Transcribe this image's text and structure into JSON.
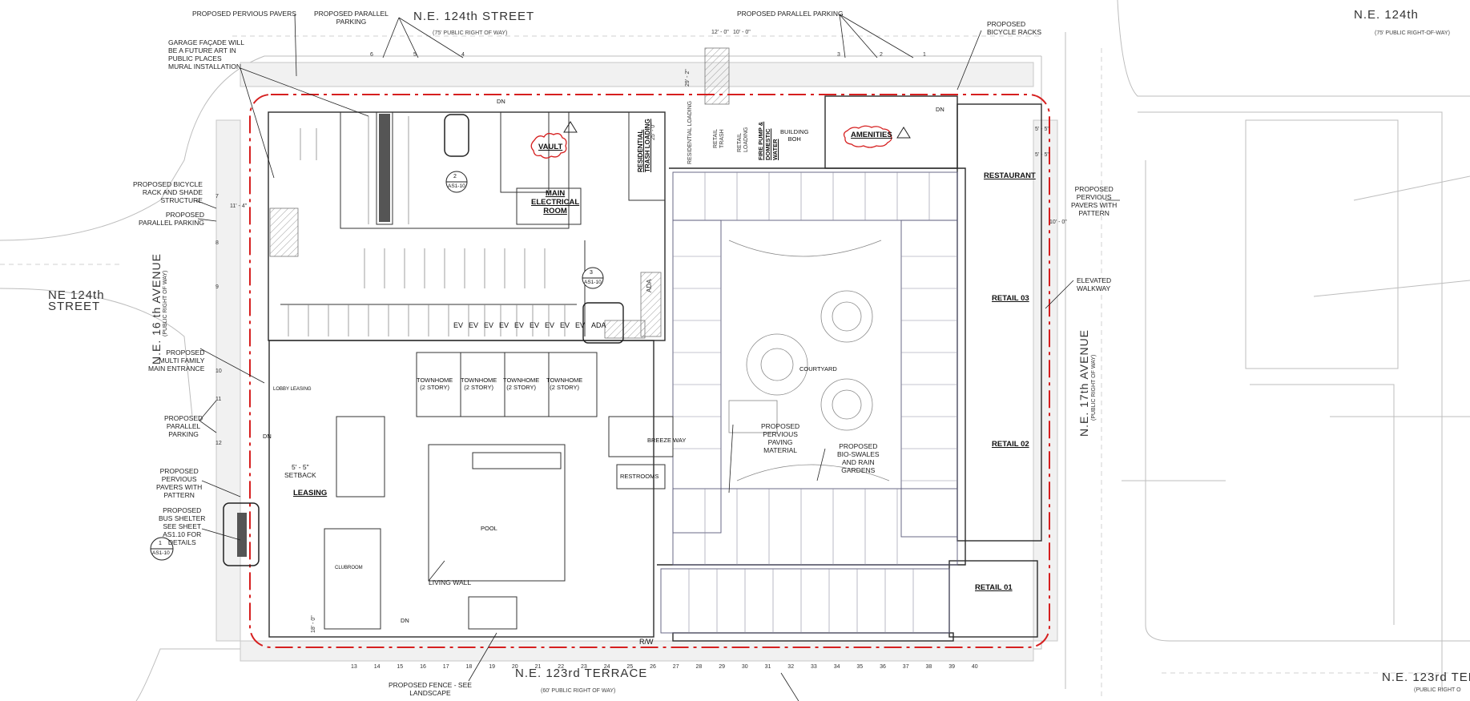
{
  "streets": {
    "north": "N.E. 124th  STREET",
    "north_row": "(75' PUBLIC RIGHT OF WAY)",
    "north_east": "N.E. 124th",
    "north_east_row": "(75' PUBLIC RIGHT-OF-WAY)",
    "west_ne124": "NE 124th\nSTREET",
    "west_avenue": "N.E. 16 th AVENUE",
    "west_row": "(PUBLIC RIGHT OF WAY)",
    "east_avenue": "N.E. 17th AVENUE",
    "east_row": "(PUBLIC RIGHT OF WAY)",
    "south": "N.E. 123rd  TERRACE",
    "south_row": "(60' PUBLIC RIGHT OF WAY)",
    "south_east": "N.E. 123rd  TER",
    "south_east_row": "(PUBLIC RIGHT O"
  },
  "callouts": {
    "pervious_pavers_top": "PROPOSED PERVIOUS PAVERS",
    "parallel_parking_top": "PROPOSED PARALLEL\nPARKING",
    "garage_facade": "GARAGE FAÇADE WILL\nBE A FUTURE ART IN\nPUBLIC PLACES\nMURAL INSTALLATION",
    "parallel_parking_top_right": "PROPOSED PARALLEL PARKING",
    "bicycle_racks": "PROPOSED\nBICYCLE RACKS",
    "bicycle_rack_shade": "PROPOSED BICYCLE\nRACK AND SHADE\nSTRUCTURE",
    "parallel_parking_west": "PROPOSED\nPARALLEL PARKING",
    "pervious_pavers_east": "PROPOSED\nPERVIOUS\nPAVERS WITH\nPATTERN",
    "elevated_walkway": "ELEVATED\nWALKWAY",
    "multifamily_entrance": "PROPOSED\nMULTI FAMILY\nMAIN ENTRANCE",
    "parallel_parking_west2": "PROPOSED\nPARALLEL\nPARKING",
    "pervious_pavers_west": "PROPOSED\nPERVIOUS\nPAVERS WITH\nPATTERN",
    "bus_shelter": "PROPOSED\nBUS SHELTER\nSEE SHEET\nAS1.10 FOR\nDETAILS",
    "pervious_paving": "PROPOSED\nPERVIOUS\nPAVING\nMATERIAL",
    "bioswales": "PROPOSED\nBIO-SWALES\nAND RAIN\nGARDENS",
    "living_wall": "LIVING WALL",
    "fence": "PROPOSED FENCE - SEE\nLANDSCAPE",
    "setback": "5' - 5\"\nSETBACK"
  },
  "rooms": {
    "vault": "VAULT",
    "main_electrical": "MAIN\nELECTRICAL\nROOM",
    "amenities": "AMENITIES",
    "building_boh": "BUILDING\nBOH",
    "restaurant": "RESTAURANT",
    "retail_03": "RETAIL 03",
    "retail_02": "RETAIL 02",
    "retail_01": "RETAIL 01",
    "courtyard": "COURTYARD",
    "breeze_way": "BREEZE WAY",
    "restrooms": "RESTROOMS",
    "pool": "POOL",
    "clubroom": "CLUBROOM",
    "leasing": "LEASING",
    "lobby_leasing": "LOBBY LEASING",
    "townhome": "TOWNHOME\n(2 STORY)",
    "ada": "ADA",
    "ev": "EV",
    "residential_trash": "RESIDENTIAL\nTRASH LOADING",
    "residential_loading": "RESIDENTIAL LOADING",
    "retail_trash": "RETAIL\nTRASH",
    "retail_loading": "RETAIL\nLOADING",
    "fire_pump": "FIRE PUMP &\nDOMESTIC\nWATER",
    "dn": "DN",
    "rw": "R/W"
  },
  "tags": [
    {
      "num": "2",
      "sheet": "AS1-10"
    },
    {
      "num": "3",
      "sheet": "AS1-10"
    },
    {
      "num": "1",
      "sheet": "AS1-10"
    }
  ],
  "dimensions": {
    "d_12_0": "12' - 0\"",
    "d_10_0": "10' - 0\"",
    "d_11_4": "11' - 4\"",
    "d_10_0b": "10' - 0\"",
    "d_5_a": "5' - 5\"",
    "d_5_b": "5' - 5\"",
    "d_29": "29' - 2\"",
    "d_25": "25' - 0\"",
    "d_18": "18' - 0\""
  },
  "parking_numbers_top": [
    "6",
    "5",
    "4",
    "3",
    "2",
    "1"
  ],
  "parking_numbers_west": [
    "7",
    "8",
    "9",
    "10",
    "11",
    "12"
  ],
  "parking_numbers_bottom": [
    "13",
    "14",
    "15",
    "16",
    "17",
    "18",
    "19",
    "20",
    "21",
    "22",
    "23",
    "24",
    "25",
    "26",
    "27",
    "28",
    "29",
    "30",
    "31",
    "32",
    "33",
    "34",
    "35",
    "36",
    "37",
    "38",
    "39",
    "40"
  ],
  "colors": {
    "property_line": "#d61f1f",
    "line": "#2b2b2b",
    "light": "#b5b5b5"
  }
}
